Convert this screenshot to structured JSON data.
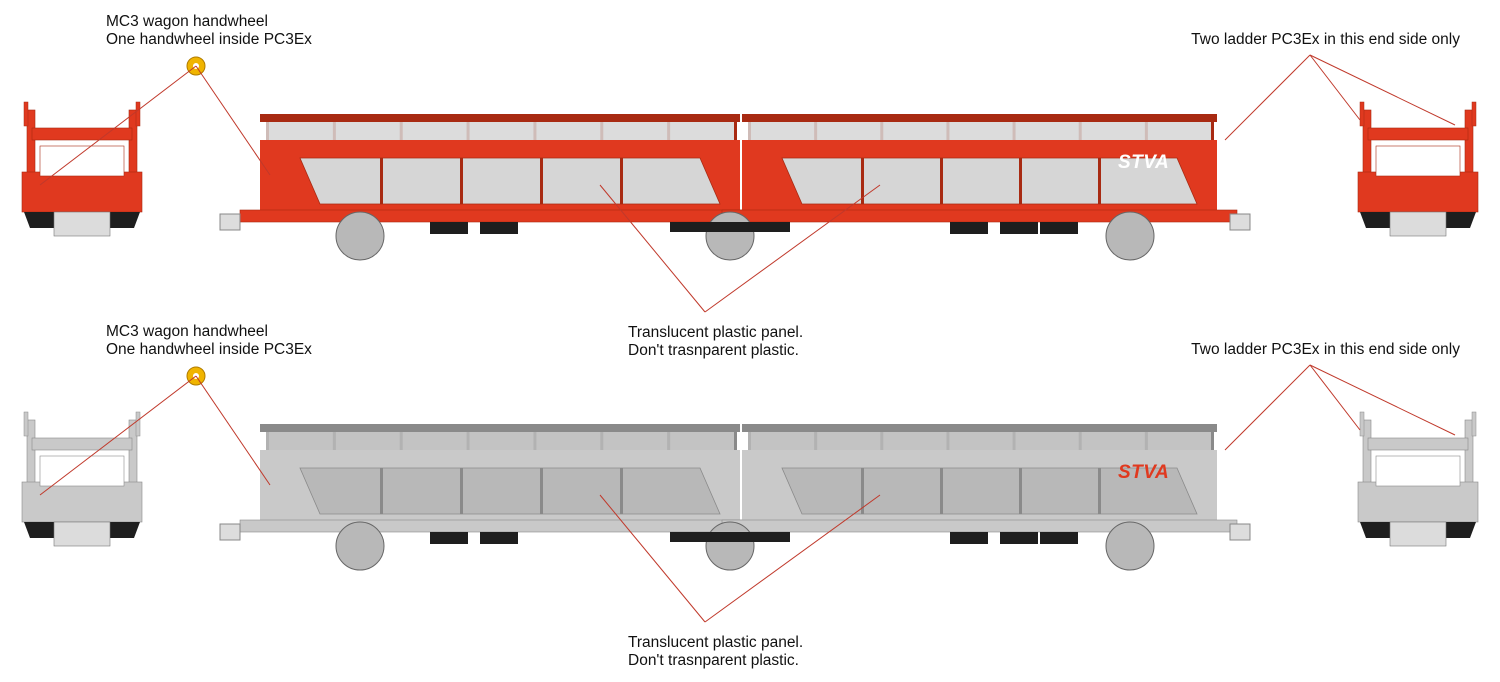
{
  "rows": [
    {
      "id": "red",
      "colors": {
        "body": "#e0391f",
        "body_dark": "#a82a12",
        "panel": "#d6d6d6",
        "roof_line": "#8b2a15",
        "logo": "#ffffff",
        "under": "#1e1e1e",
        "wheel": "#b8b8b8"
      },
      "logo_text": "STVA",
      "labels": {
        "handwheel": [
          "MC3 wagon handwheel",
          "One handwheel inside PC3Ex"
        ],
        "ladder": "Two ladder PC3Ex in this end side only",
        "panel": [
          "Translucent plastic panel.",
          "Don't trasnparent plastic."
        ]
      }
    },
    {
      "id": "grey",
      "colors": {
        "body": "#c9c9c9",
        "body_dark": "#8a8a8a",
        "panel": "#b8b8b8",
        "roof_line": "#6e6e6e",
        "logo": "#e0391f",
        "under": "#1e1e1e",
        "wheel": "#b8b8b8"
      },
      "logo_text": "STVA",
      "labels": {
        "handwheel": [
          "MC3 wagon handwheel",
          "One handwheel inside PC3Ex"
        ],
        "ladder": "Two ladder PC3Ex in this end side only",
        "panel": [
          "Translucent plastic panel.",
          "Don't trasnparent plastic."
        ]
      }
    }
  ],
  "colors": {
    "leader": "#c0392b",
    "handwheel": "#f0b400",
    "text": "#111111"
  }
}
